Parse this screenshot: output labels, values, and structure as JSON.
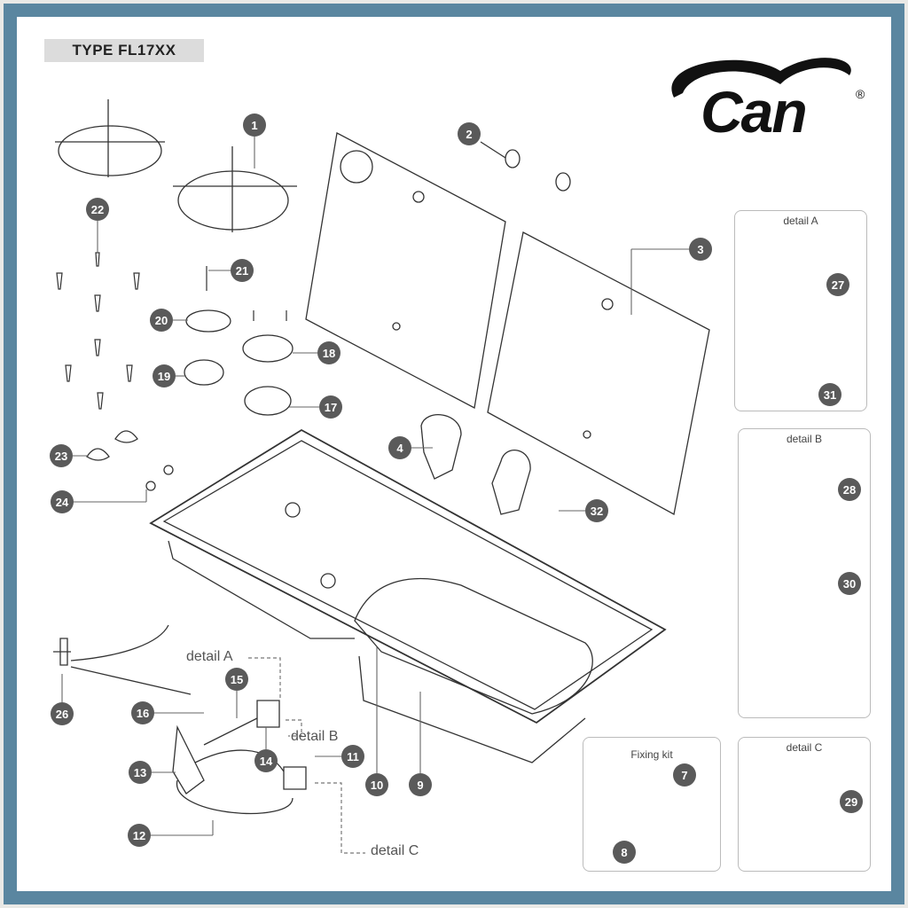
{
  "title": "TYPE FL17XX",
  "logo": {
    "text": "Can",
    "registered": "®"
  },
  "panels": {
    "detail_a": "detail A",
    "detail_b": "detail B",
    "detail_c": "detail C",
    "fixing_kit": "Fixing kit"
  },
  "callouts": {
    "detail_a": "detail A",
    "detail_b": "detail B",
    "detail_c": "detail C"
  },
  "part_numbers": [
    "1",
    "2",
    "3",
    "4",
    "7",
    "8",
    "9",
    "10",
    "11",
    "12",
    "13",
    "14",
    "15",
    "16",
    "17",
    "18",
    "19",
    "20",
    "21",
    "22",
    "23",
    "24",
    "26",
    "27",
    "28",
    "29",
    "30",
    "31",
    "32"
  ],
  "colors": {
    "frame": "#4f8099",
    "badge": "#5a5a5a",
    "line": "#333333"
  }
}
